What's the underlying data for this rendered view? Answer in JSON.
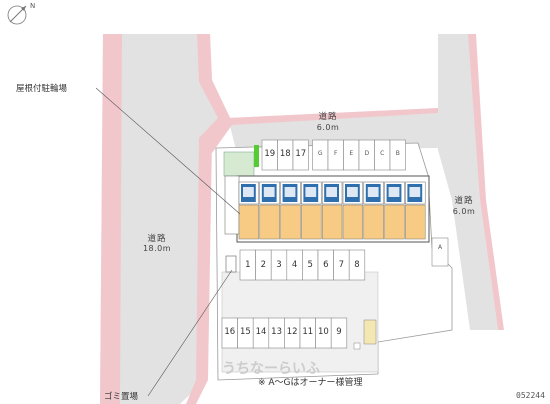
{
  "roads": {
    "top": {
      "name": "道路",
      "width": "6.0m"
    },
    "right": {
      "name": "道路",
      "width": "6.0m"
    },
    "left": {
      "name": "道路",
      "width": "18.0m"
    }
  },
  "callouts": {
    "roofed_bicycle_parking": "屋根付駐輪場",
    "garbage_area": "ゴミ置場"
  },
  "parking": {
    "top_row": [
      "19",
      "18",
      "17",
      "G",
      "F",
      "E",
      "D",
      "C",
      "B"
    ],
    "middle_row": [
      "1",
      "2",
      "3",
      "4",
      "5",
      "6",
      "7",
      "8"
    ],
    "bottom_row": [
      "16",
      "15",
      "14",
      "13",
      "12",
      "11",
      "10",
      "9"
    ],
    "side_slot": "A"
  },
  "note": "※ A～Gはオーナー様管理",
  "watermark": "うちなーらいふ",
  "ref_code": "052244",
  "colors": {
    "building": "#f7cb84",
    "unit_blue": "#2f6fae",
    "road": "#e2e2e2",
    "pink_edge": "#f0c6cb",
    "green_bar": "#55cc33"
  }
}
